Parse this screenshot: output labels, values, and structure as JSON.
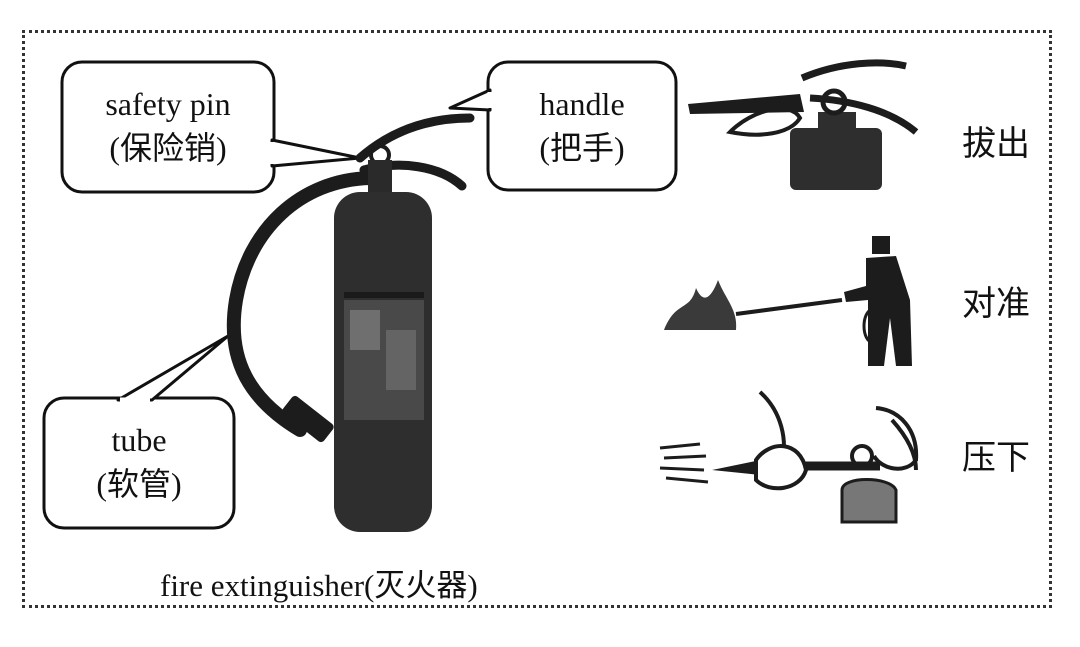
{
  "callouts": {
    "safety_pin": {
      "en": "safety pin",
      "zh": "(保险销)"
    },
    "handle": {
      "en": "handle",
      "zh": "(把手)"
    },
    "tube": {
      "en": "tube",
      "zh": "(软管)"
    }
  },
  "caption": "fire extinguisher(灭火器)",
  "steps": [
    "拔出",
    "对准",
    "压下"
  ],
  "icons": [
    "fire-extinguisher-icon",
    "pull-pin-icon",
    "aim-at-fire-icon",
    "squeeze-handle-icon"
  ],
  "colors": {
    "ink": "#111111",
    "body": "#2e2e2e",
    "background": "#ffffff"
  }
}
